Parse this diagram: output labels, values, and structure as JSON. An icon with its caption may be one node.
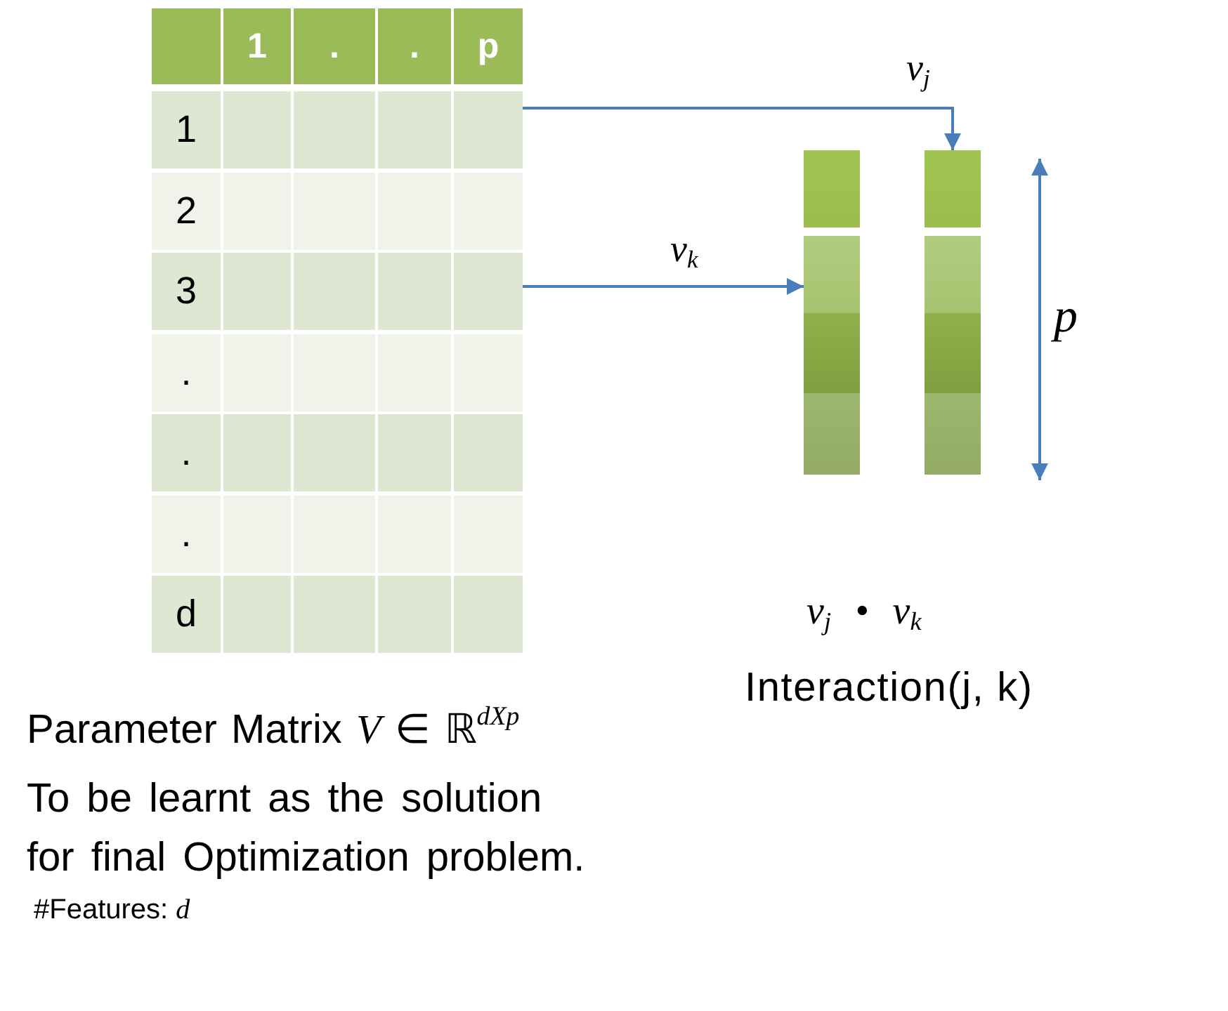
{
  "diagram": {
    "nodes": [
      {
        "text": [
          "1",
          ".",
          ".",
          "p"
        ]
      },
      {
        "text": [
          "1"
        ]
      },
      {
        "text": [
          "2"
        ]
      },
      {
        "text": [
          "3"
        ]
      },
      {
        "text": [
          "."
        ]
      },
      {
        "text": [
          "."
        ]
      },
      {
        "text": [
          "."
        ]
      },
      {
        "text": [
          "d"
        ]
      },
      {
        "text": [],
        "shape": "bar"
      },
      {
        "text": [],
        "shape": "bar"
      }
    ],
    "edges": [
      {
        "from": 1,
        "to": 9,
        "arrow": "to",
        "label": "v$_{j}$"
      },
      {
        "from": 3,
        "to": 8,
        "arrow": "to",
        "label": "v$_{k}$"
      }
    ],
    "labels": [
      "p",
      "v$_{j}$ • v$_{k}$",
      "Interaction(j, k)",
      "Parameter Matrix *V* ∈ ℝ$^{dXp}$",
      "To be learnt as the solution for final Optimization problem.",
      "#Features: *d*"
    ]
  }
}
